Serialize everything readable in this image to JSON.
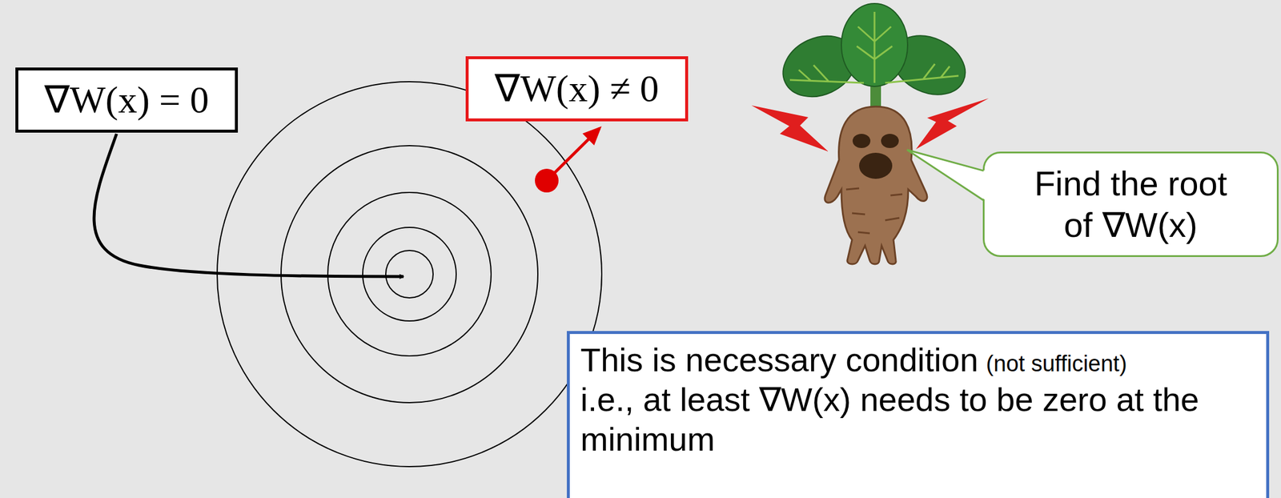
{
  "diagram": {
    "nodes": [
      {
        "text": [
          "∇W(x) = 0"
        ]
      },
      {
        "text": [
          "∇W(x) ≠ 0"
        ]
      },
      {
        "text": [
          "Find the root of ∇W(x)"
        ]
      },
      {
        "text": [
          "This is necessary condition",
          "(not sufficient)",
          "i.e., at least ∇W(x) needs to be zero at the minimum"
        ]
      }
    ]
  }
}
